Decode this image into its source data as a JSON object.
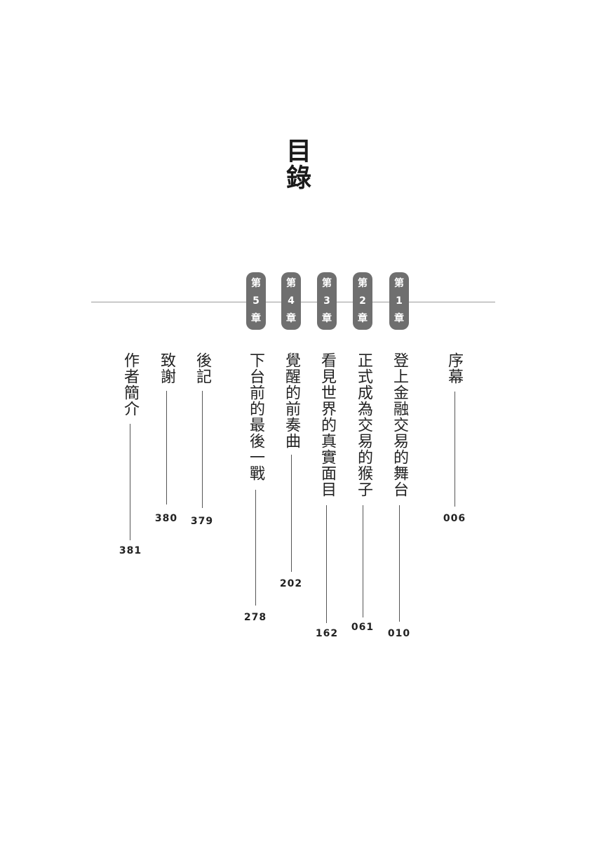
{
  "heading": "目錄",
  "chapter_badges": [
    {
      "prefix": "第",
      "num": "1",
      "suffix": "章"
    },
    {
      "prefix": "第",
      "num": "2",
      "suffix": "章"
    },
    {
      "prefix": "第",
      "num": "3",
      "suffix": "章"
    },
    {
      "prefix": "第",
      "num": "4",
      "suffix": "章"
    },
    {
      "prefix": "第",
      "num": "5",
      "suffix": "章"
    }
  ],
  "entries": [
    {
      "title": "序幕",
      "page": "006"
    },
    {
      "title": "登上金融交易的舞台",
      "page": "010"
    },
    {
      "title": "正式成為交易的猴子",
      "page": "061"
    },
    {
      "title": "看見世界的真實面目",
      "page": "162"
    },
    {
      "title": "覺醒的前奏曲",
      "page": "202"
    },
    {
      "title": "下台前的最後一戰",
      "page": "278"
    },
    {
      "title": "後記",
      "page": "379"
    },
    {
      "title": "致謝",
      "page": "380"
    },
    {
      "title": "作者簡介",
      "page": "381"
    }
  ]
}
